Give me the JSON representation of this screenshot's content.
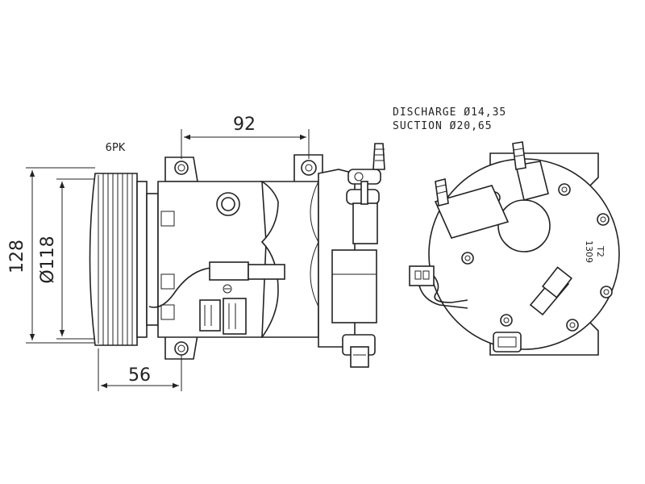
{
  "dimensions": {
    "width_between_mounts": "92",
    "overall_height": "128",
    "pulley_diameter": "Ø118",
    "pulley_to_mount": "56"
  },
  "pulley": {
    "belt_type": "6PK"
  },
  "ports": {
    "discharge": "DISCHARGE Ø14,35",
    "suction": "SUCTION Ø20,65"
  },
  "rear_view": {
    "marking_line1": "T2",
    "marking_line2": "1309"
  }
}
